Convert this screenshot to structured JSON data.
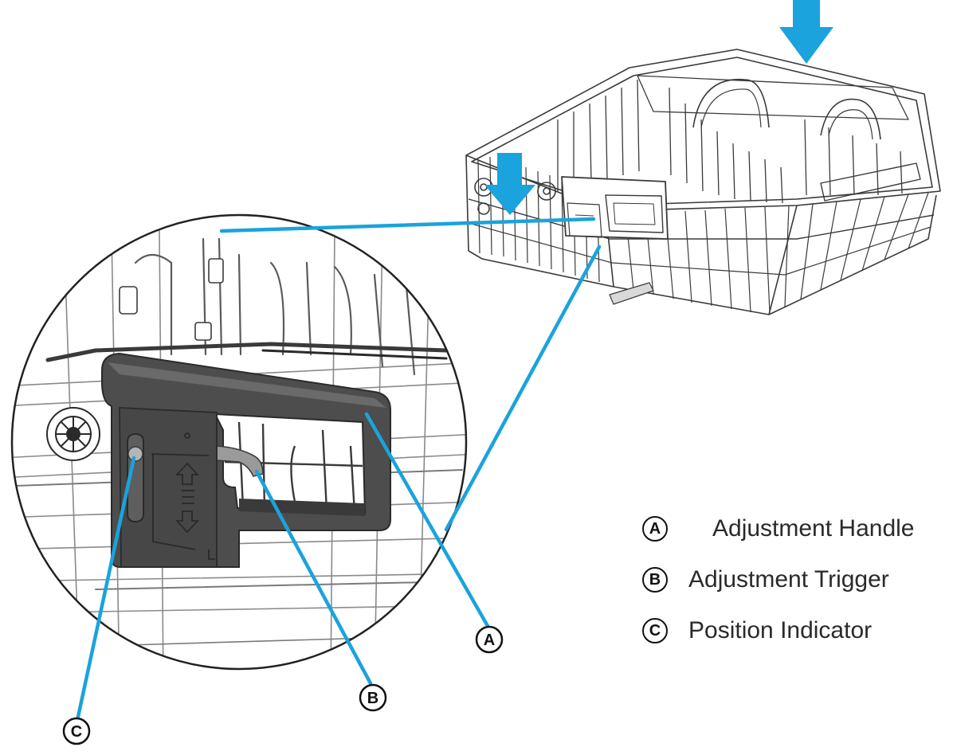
{
  "colors": {
    "callout_line": "#1aa3dc",
    "arrow": "#1aa3dc",
    "handle_body": "#4a4a4a",
    "wire": "#777777"
  },
  "callouts": [
    {
      "letter": "A",
      "label": "Adjustment Handle"
    },
    {
      "letter": "B",
      "label": "Adjustment Trigger"
    },
    {
      "letter": "C",
      "label": "Position Indicator"
    }
  ],
  "icons": [
    "down-arrow-icon",
    "down-arrow-icon"
  ]
}
